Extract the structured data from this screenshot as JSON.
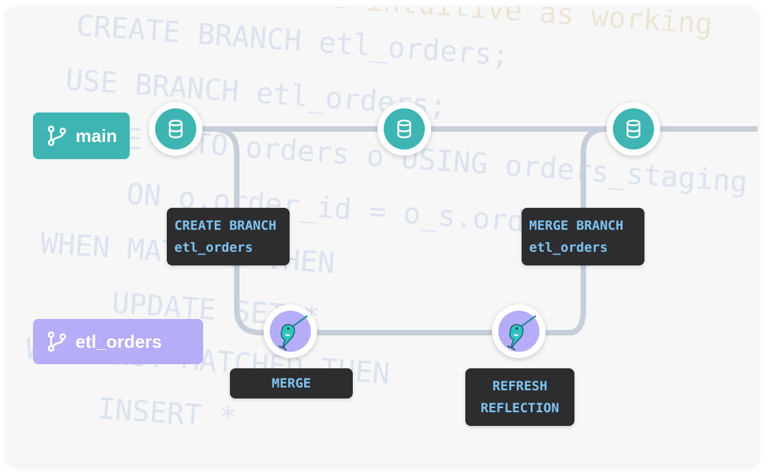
{
  "background_code": [
    "powerful and intuitive as working",
    "CREATE BRANCH etl_orders;",
    "USE BRANCH etl_orders;",
    "MERGE INTO orders o USING orders_staging",
    "ON o.order_id = o_s.order_id",
    "WHEN MATCHED THEN",
    "UPDATE SET *",
    "WHEN NOT MATCHED THEN",
    "INSERT *"
  ],
  "branches": {
    "main": {
      "label": "main",
      "color": "#3eb5b3",
      "icon": "git-branch-icon"
    },
    "etl": {
      "label": "etl_orders",
      "color": "#b5adf8",
      "icon": "git-branch-icon"
    }
  },
  "nodes": {
    "main_node_icon": "database-icon",
    "etl_node_icon": "narwhal-icon"
  },
  "operations": {
    "create": [
      "CREATE BRANCH",
      "etl_orders"
    ],
    "merge_branch": [
      "MERGE BRANCH",
      "etl_orders"
    ],
    "merge": [
      "MERGE"
    ],
    "refresh": [
      "REFRESH",
      "REFLECTION"
    ]
  },
  "colors": {
    "teal": "#3eb5b3",
    "lavender": "#b5adf8",
    "line": "#c6ced9",
    "op_bg": "#2d2d2f",
    "op_text": "#7fc4f2"
  }
}
